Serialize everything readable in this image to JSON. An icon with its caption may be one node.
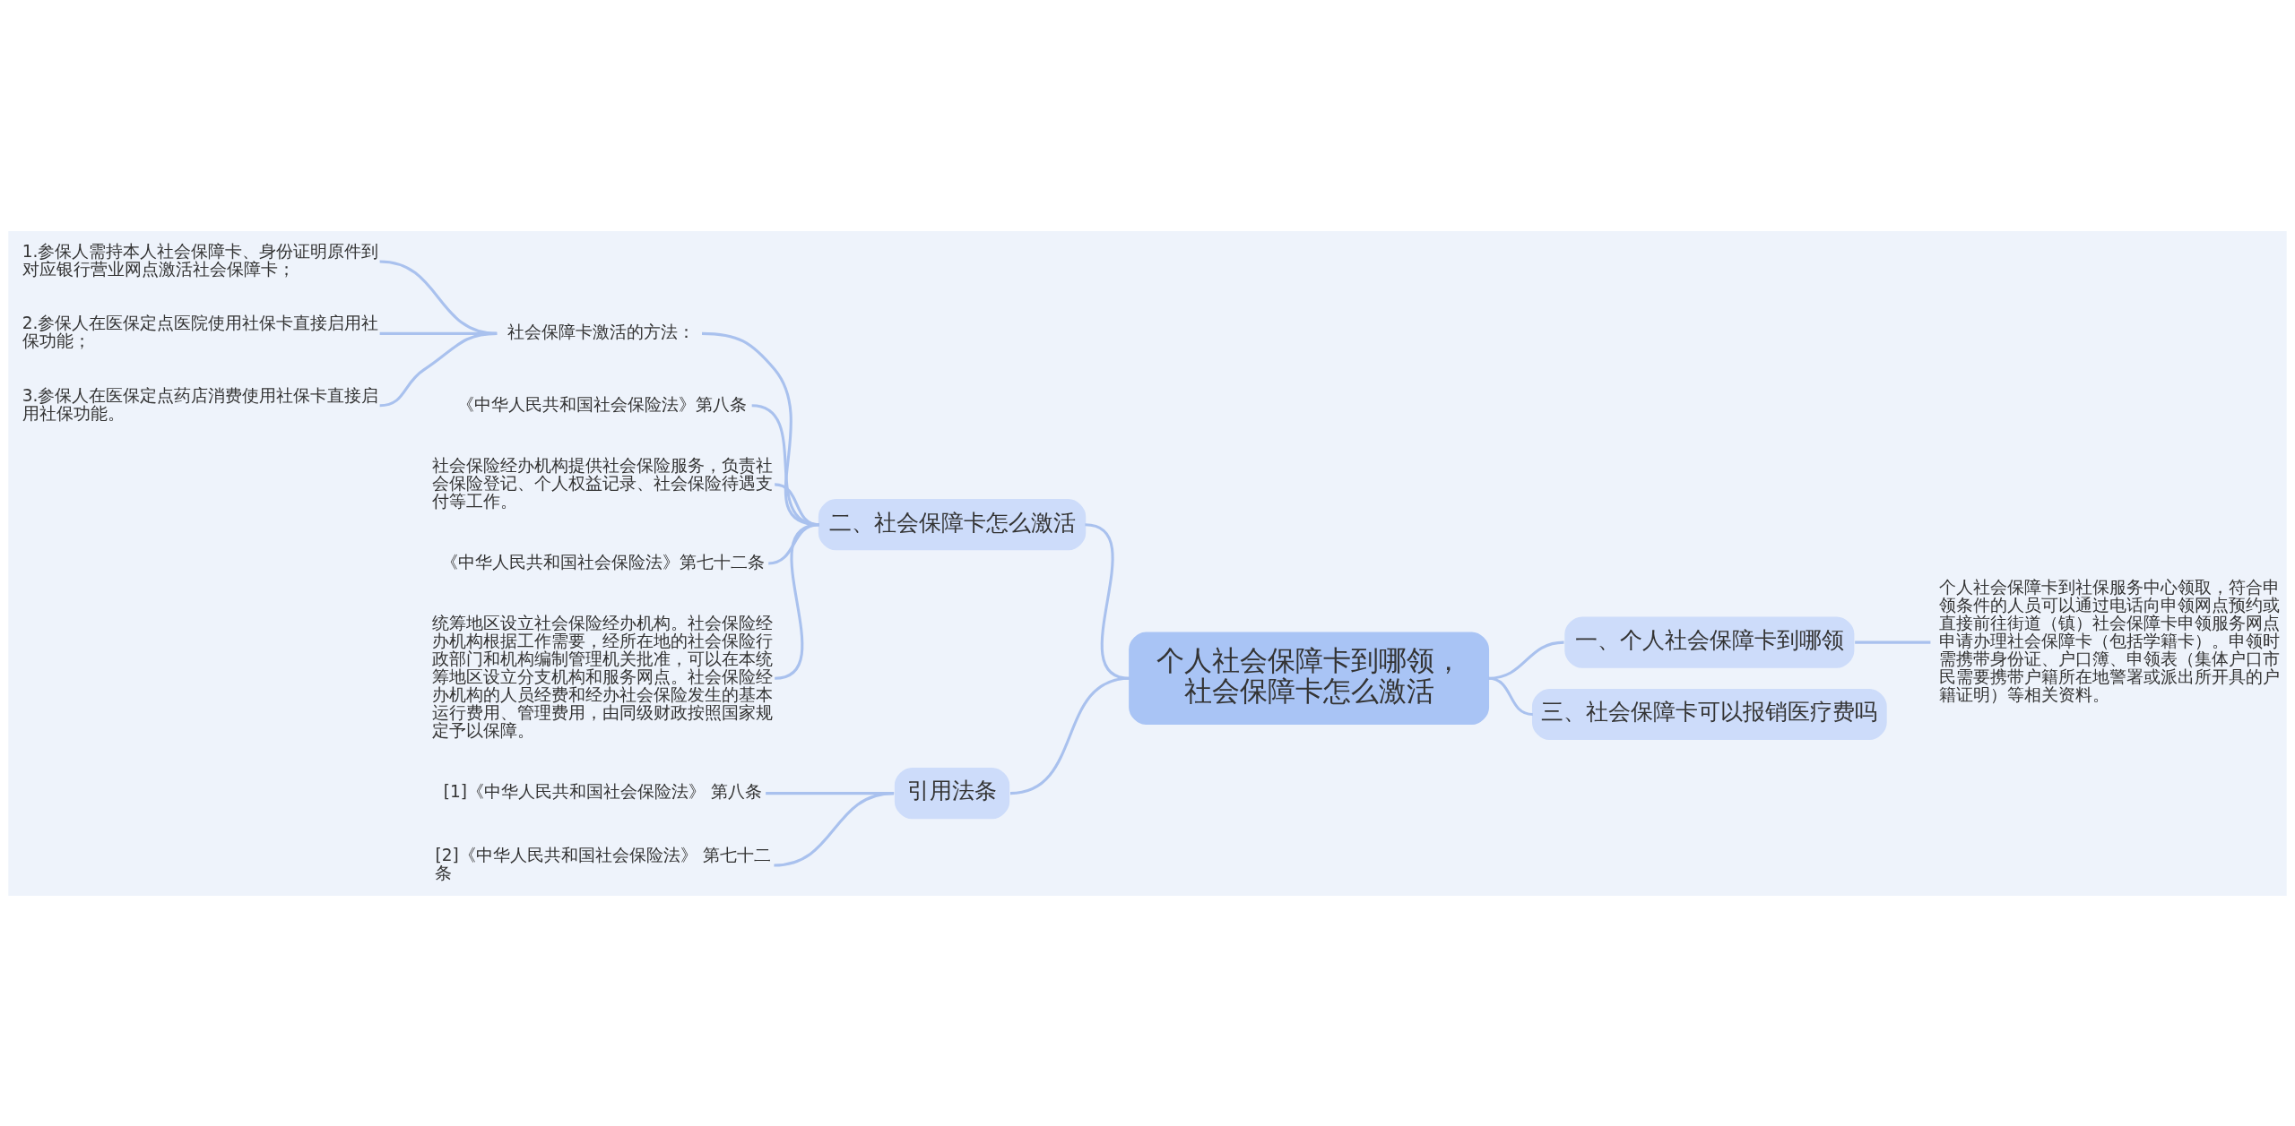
{
  "diagram": {
    "nodes": [
      {
        "text": [
          "个人社会保障卡到哪领，社会保障卡怎么激活"
        ]
      },
      {
        "text": [
          "一、个人社会保障卡到哪领"
        ]
      },
      {
        "text": [
          "个人社会保障卡到社保服务中心领取，符合申领条件的人员可以通过电话向申领网点预约或直接前往街道（镇）社会保障卡申领服务网点申请办理社会保障卡（包括学籍卡）。申领时需携带身份证、户口簿、申领表（集体户口市民需要携带户籍所在地警署或派出所开具的户籍证明）等相关资料。"
        ]
      },
      {
        "text": [
          "二、社会保障卡怎么激活"
        ]
      },
      {
        "text": [
          "社会保障卡激活的方法："
        ]
      },
      {
        "text": [
          "1.参保人需持本人社会保障卡、身份证明原件到对应银行营业网点激活社会保障卡；"
        ]
      },
      {
        "text": [
          "2.参保人在医保定点医院使用社保卡直接启用社保功能；"
        ]
      },
      {
        "text": [
          "3.参保人在医保定点药店消费使用社保卡直接启用社保功能。"
        ]
      },
      {
        "text": [
          "《中华人民共和国社会保险法》第八条"
        ]
      },
      {
        "text": [
          "社会保险经办机构提供社会保险服务，负责社会保险登记、个人权益记录、社会保险待遇支付等工作。"
        ]
      },
      {
        "text": [
          "《中华人民共和国社会保险法》第七十二条"
        ]
      },
      {
        "text": [
          "统筹地区设立社会保险经办机构。社会保险经办机构根据工作需要，经所在地的社会保险行政部门和机构编制管理机关批准，可以在本统筹地区设立分支机构和服务网点。社会保险经办机构的人员经费和经办社会保险发生的基本运行费用、管理费用，由同级财政按照国家规定予以保障。"
        ]
      },
      {
        "text": [
          "三、社会保障卡可以报销医疗费吗"
        ]
      },
      {
        "text": [
          "引用法条"
        ]
      },
      {
        "text": [
          "[1]《中华人民共和国社会保险法》 第八条"
        ]
      },
      {
        "text": [
          "[2]《中华人民共和国社会保险法》 第七十二条"
        ]
      }
    ],
    "edges": [
      {
        "from": 0,
        "to": 1,
        "arrow": "none"
      },
      {
        "from": 1,
        "to": 2,
        "arrow": "none"
      },
      {
        "from": 3,
        "to": 0,
        "arrow": "none"
      },
      {
        "from": 4,
        "to": 3,
        "arrow": "none"
      },
      {
        "from": 5,
        "to": 4,
        "arrow": "none"
      },
      {
        "from": 6,
        "to": 4,
        "arrow": "none"
      },
      {
        "from": 7,
        "to": 4,
        "arrow": "none"
      },
      {
        "from": 8,
        "to": 3,
        "arrow": "none"
      },
      {
        "from": 9,
        "to": 3,
        "arrow": "none"
      },
      {
        "from": 10,
        "to": 3,
        "arrow": "none"
      },
      {
        "from": 11,
        "to": 3,
        "arrow": "none"
      },
      {
        "from": 0,
        "to": 12,
        "arrow": "none"
      },
      {
        "from": 13,
        "to": 0,
        "arrow": "none"
      },
      {
        "from": 14,
        "to": 13,
        "arrow": "none"
      },
      {
        "from": 15,
        "to": 13,
        "arrow": "none"
      }
    ]
  }
}
